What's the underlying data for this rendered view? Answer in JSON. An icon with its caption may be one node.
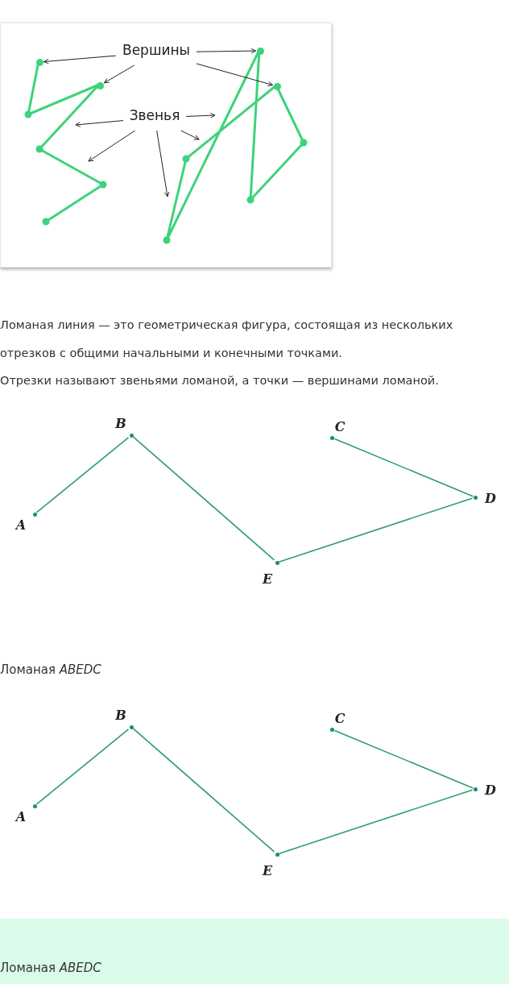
{
  "diagram": {
    "nodes": [
      {
        "text": [],
        "shape": "box"
      },
      {
        "text": [
          "Вершины"
        ],
        "in": 0
      },
      {
        "text": [
          "Звенья"
        ],
        "in": 0
      },
      {
        "text": [],
        "shape": "circle",
        "in": 0
      },
      {
        "text": [],
        "shape": "circle",
        "in": 0
      },
      {
        "text": [],
        "shape": "circle",
        "in": 0
      },
      {
        "text": [],
        "shape": "circle",
        "in": 0
      },
      {
        "text": [
          "A"
        ]
      },
      {
        "text": [
          "B"
        ]
      },
      {
        "text": [
          "C"
        ]
      },
      {
        "text": [
          "D"
        ]
      },
      {
        "text": [
          "E"
        ]
      },
      {
        "text": [
          "A"
        ]
      },
      {
        "text": [
          "B"
        ]
      },
      {
        "text": [
          "C"
        ]
      },
      {
        "text": [
          "D"
        ]
      },
      {
        "text": [
          "E"
        ]
      },
      {
        "text": [
          "Ломаная *ABEDC*"
        ]
      }
    ],
    "edges": [
      {
        "from": 1,
        "to": 3,
        "arrow": "to"
      },
      {
        "from": 1,
        "to": 4,
        "arrow": "to"
      },
      {
        "from": 1,
        "to": 5,
        "arrow": "to"
      },
      {
        "from": 1,
        "to": 6,
        "arrow": "to"
      },
      {
        "from": 2,
        "to": null,
        "arrow": "to"
      },
      {
        "from": 2,
        "to": null,
        "arrow": "to"
      },
      {
        "from": 2,
        "to": null,
        "arrow": "to"
      },
      {
        "from": 2,
        "to": null,
        "arrow": "to"
      },
      {
        "from": 2,
        "to": null,
        "arrow": "to"
      },
      {
        "from": 7,
        "to": 8,
        "arrow": "none",
        "color": "#2e9e68"
      },
      {
        "from": 8,
        "to": 11,
        "arrow": "none",
        "color": "#2e9e68"
      },
      {
        "from": 11,
        "to": 10,
        "arrow": "none",
        "color": "#2e9e68"
      },
      {
        "from": 10,
        "to": 9,
        "arrow": "none",
        "color": "#2e9e68"
      },
      {
        "from": 12,
        "to": 13,
        "arrow": "none",
        "color": "#2e9e68"
      },
      {
        "from": 13,
        "to": 16,
        "arrow": "none",
        "color": "#2e9e68"
      },
      {
        "from": 16,
        "to": 15,
        "arrow": "none",
        "color": "#2e9e68"
      },
      {
        "from": 15,
        "to": 14,
        "arrow": "none",
        "color": "#2e9e68"
      }
    ],
    "labels": [
      "Ломаная линия — это геометрическая фигура, состоящая из нескольких отрезков с общими начальными и конечными точками.",
      "Отрезки называют звеньями ломаной, а точки — вершинами ломаной.",
      "Ломаная *ABEDC*"
    ]
  }
}
